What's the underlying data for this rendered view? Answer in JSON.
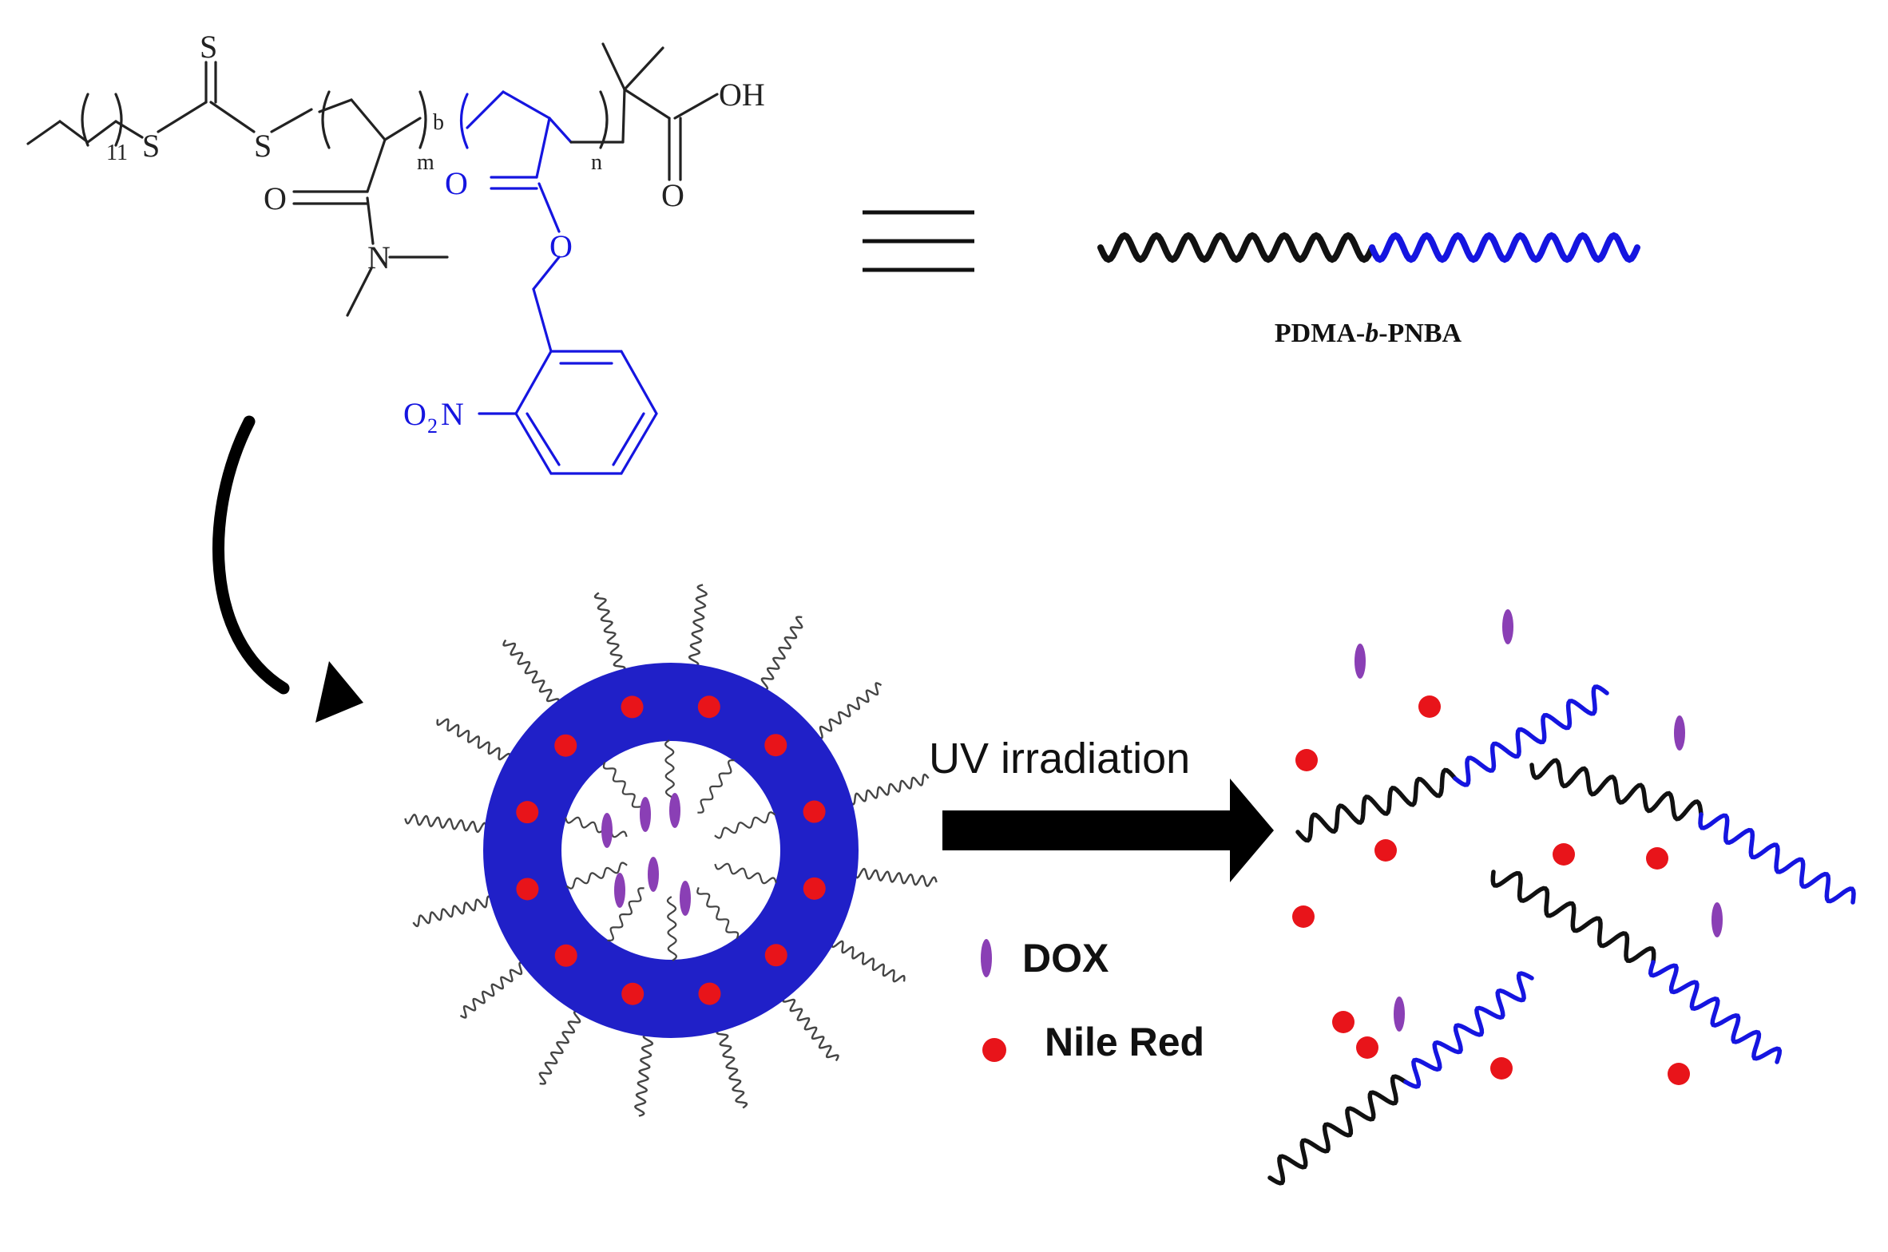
{
  "structure": {
    "atoms": {
      "s_thione": "S",
      "s_left": "S",
      "s_right": "S",
      "repeat_11": "11",
      "sub_m": "m",
      "sub_b": "b",
      "sub_n": "n",
      "o_amide": "O",
      "n_amide": "N",
      "o_ester_carbonyl": "O",
      "o_ester": "O",
      "o_acid": "O",
      "oh": "OH",
      "o2n_o": "O",
      "o2n_2": "2",
      "o2n_n": "N"
    }
  },
  "polymer": {
    "name_prefix": "PDMA-",
    "name_italic": "b",
    "name_suffix": "-PNBA"
  },
  "process": {
    "arrow_label": "UV irradiation"
  },
  "legend": {
    "dox": "DOX",
    "nile_red": "Nile Red"
  },
  "colors": {
    "pdma_block": "#111111",
    "pnba_block": "#1515e0",
    "micelle_shell": "#2020c8",
    "nile_red": "#e8141a",
    "dox": "#8a3fb5",
    "corona_chain": "#444444"
  }
}
